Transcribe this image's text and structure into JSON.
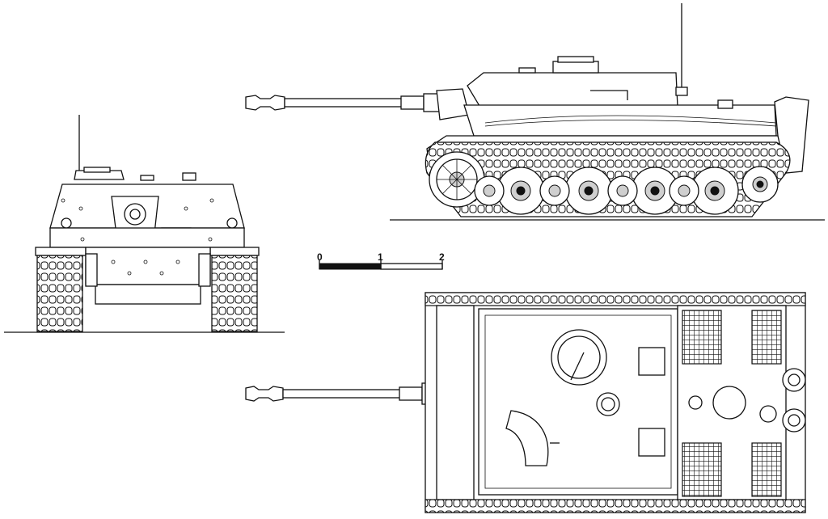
{
  "scale_bar": {
    "labels": [
      "0",
      "1",
      "2"
    ]
  }
}
